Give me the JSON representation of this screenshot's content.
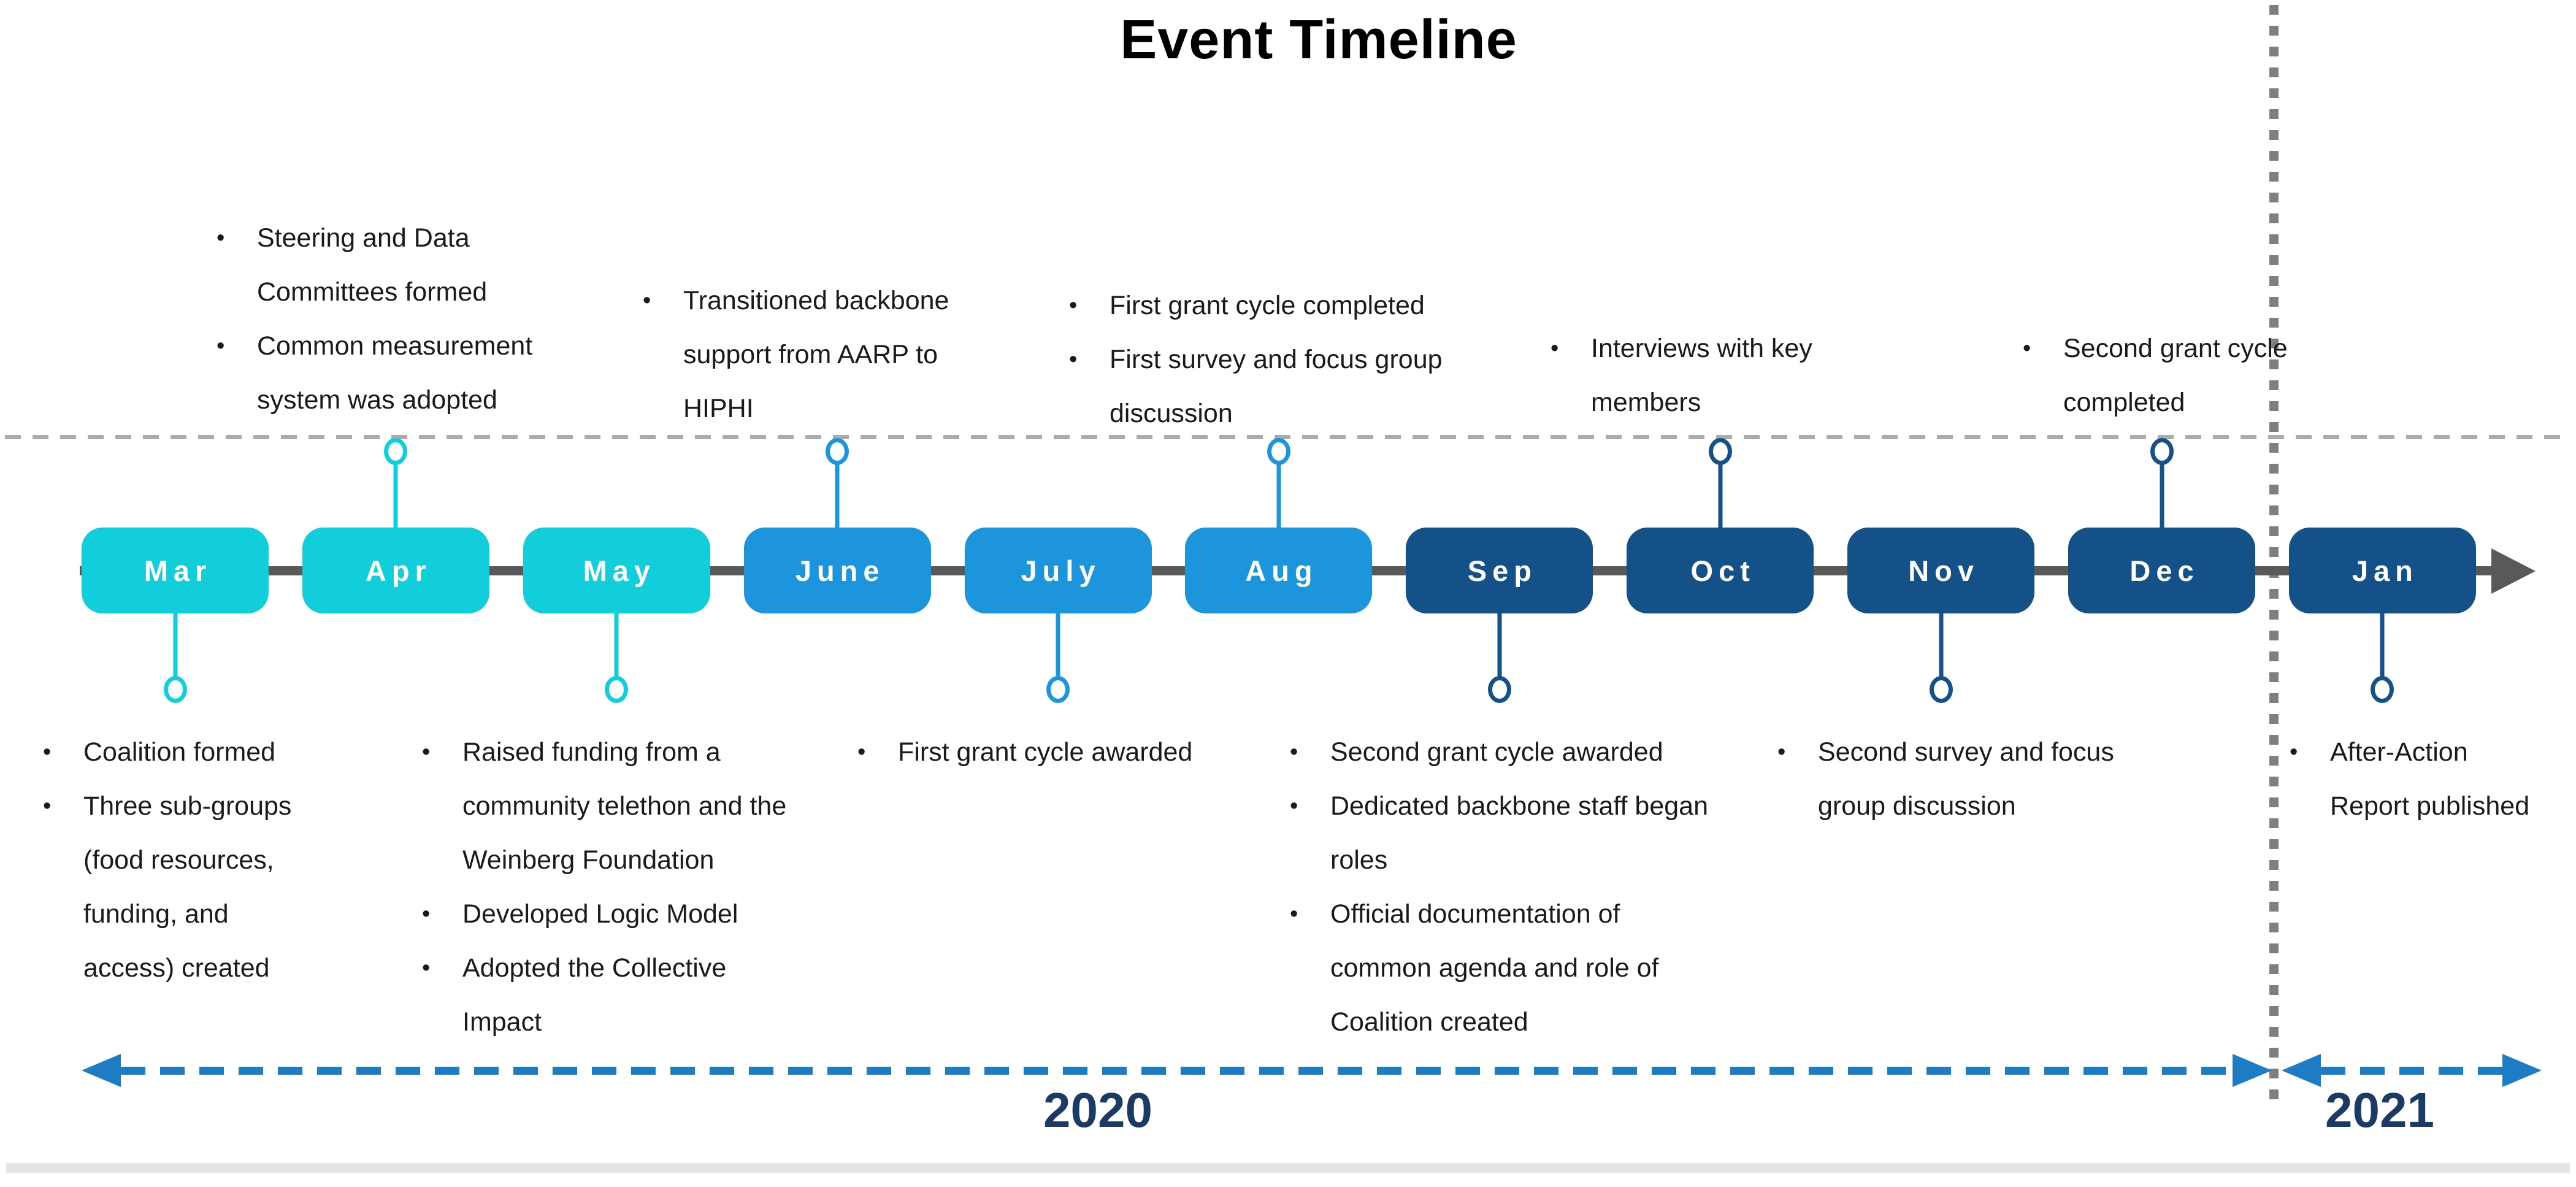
{
  "title": "Event Timeline",
  "colors": {
    "cyan": "#12CEDA",
    "blue": "#1C95DC",
    "navy": "#155189",
    "timeline_gray": "#595959",
    "dash_gray": "#ABABAB",
    "dot_gray": "#7F7F7F",
    "arrow_blue": "#1D7CC4",
    "year_navy": "#1C3A66"
  },
  "months": [
    {
      "label": "Mar",
      "color": "cyan",
      "connector": "down"
    },
    {
      "label": "Apr",
      "color": "cyan",
      "connector": "up"
    },
    {
      "label": "May",
      "color": "cyan",
      "connector": "down"
    },
    {
      "label": "June",
      "color": "blue",
      "connector": "up"
    },
    {
      "label": "July",
      "color": "blue",
      "connector": "down"
    },
    {
      "label": "Aug",
      "color": "blue",
      "connector": "up"
    },
    {
      "label": "Sep",
      "color": "navy",
      "connector": "down"
    },
    {
      "label": "Oct",
      "color": "navy",
      "connector": "up"
    },
    {
      "label": "Nov",
      "color": "navy",
      "connector": "down"
    },
    {
      "label": "Dec",
      "color": "navy",
      "connector": "up"
    },
    {
      "label": "Jan",
      "color": "navy",
      "connector": "down"
    }
  ],
  "events": {
    "above": [
      {
        "anchor": "Apr",
        "items": [
          "Steering and Data Committees formed",
          "Common measurement system was adopted"
        ]
      },
      {
        "anchor": "June",
        "items": [
          "Transitioned backbone support from AARP to HIPHI"
        ]
      },
      {
        "anchor": "Aug",
        "items": [
          "First grant cycle completed",
          "First survey and focus group discussion"
        ]
      },
      {
        "anchor": "Oct",
        "items": [
          "Interviews with key members"
        ]
      },
      {
        "anchor": "Dec",
        "items": [
          "Second grant cycle completed"
        ]
      }
    ],
    "below": [
      {
        "anchor": "Mar",
        "items": [
          "Coalition formed",
          "Three sub-groups (food resources, funding, and access) created"
        ]
      },
      {
        "anchor": "May",
        "items": [
          "Raised funding from a community telethon and the Weinberg Foundation",
          "Developed Logic Model",
          "Adopted the Collective Impact"
        ]
      },
      {
        "anchor": "July",
        "items": [
          "First grant cycle awarded"
        ]
      },
      {
        "anchor": "Sep",
        "items": [
          "Second grant cycle awarded",
          "Dedicated backbone staff began roles",
          "Official documentation of common agenda and role of Coalition created"
        ]
      },
      {
        "anchor": "Nov",
        "items": [
          "Second survey and focus group discussion"
        ]
      },
      {
        "anchor": "Jan",
        "items": [
          "After-Action Report published"
        ]
      }
    ]
  },
  "years": {
    "y2020": "2020",
    "y2021": "2021"
  }
}
